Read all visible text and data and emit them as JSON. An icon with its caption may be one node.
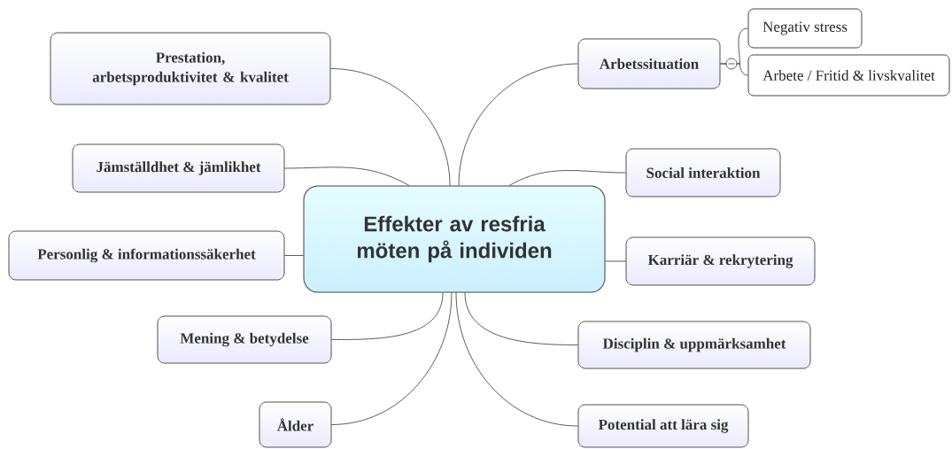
{
  "diagram": {
    "nodes": [
      {
        "text": [
          "Effekter av resfria möten på individen"
        ]
      },
      {
        "text": [
          "Prestation, arbetsproduktivitet & kvalitet"
        ]
      },
      {
        "text": [
          "Jämställdhet & jämlikhet"
        ]
      },
      {
        "text": [
          "Personlig & informationssäkerhet"
        ]
      },
      {
        "text": [
          "Mening & betydelse"
        ]
      },
      {
        "text": [
          "Ålder"
        ]
      },
      {
        "text": [
          "Arbetssituation"
        ]
      },
      {
        "text": [
          "Negativ stress"
        ]
      },
      {
        "text": [
          "Arbete / Fritid & livskvalitet"
        ]
      },
      {
        "text": [
          "Social interaktion"
        ]
      },
      {
        "text": [
          "Karriär & rekrytering"
        ]
      },
      {
        "text": [
          "Disciplin & uppmärksamhet"
        ]
      },
      {
        "text": [
          "Potential att lära sig"
        ]
      }
    ],
    "edges": [
      {
        "from": 0,
        "to": 1,
        "arrow": "none"
      },
      {
        "from": 0,
        "to": 2,
        "arrow": "none"
      },
      {
        "from": 0,
        "to": 3,
        "arrow": "none"
      },
      {
        "from": 0,
        "to": 4,
        "arrow": "none"
      },
      {
        "from": 0,
        "to": 5,
        "arrow": "none"
      },
      {
        "from": 0,
        "to": 6,
        "arrow": "none"
      },
      {
        "from": 0,
        "to": 9,
        "arrow": "none"
      },
      {
        "from": 0,
        "to": 10,
        "arrow": "none"
      },
      {
        "from": 0,
        "to": 11,
        "arrow": "none"
      },
      {
        "from": 0,
        "to": 12,
        "arrow": "none"
      },
      {
        "from": 6,
        "to": 7,
        "arrow": "none"
      },
      {
        "from": 6,
        "to": 8,
        "arrow": "none"
      }
    ]
  }
}
